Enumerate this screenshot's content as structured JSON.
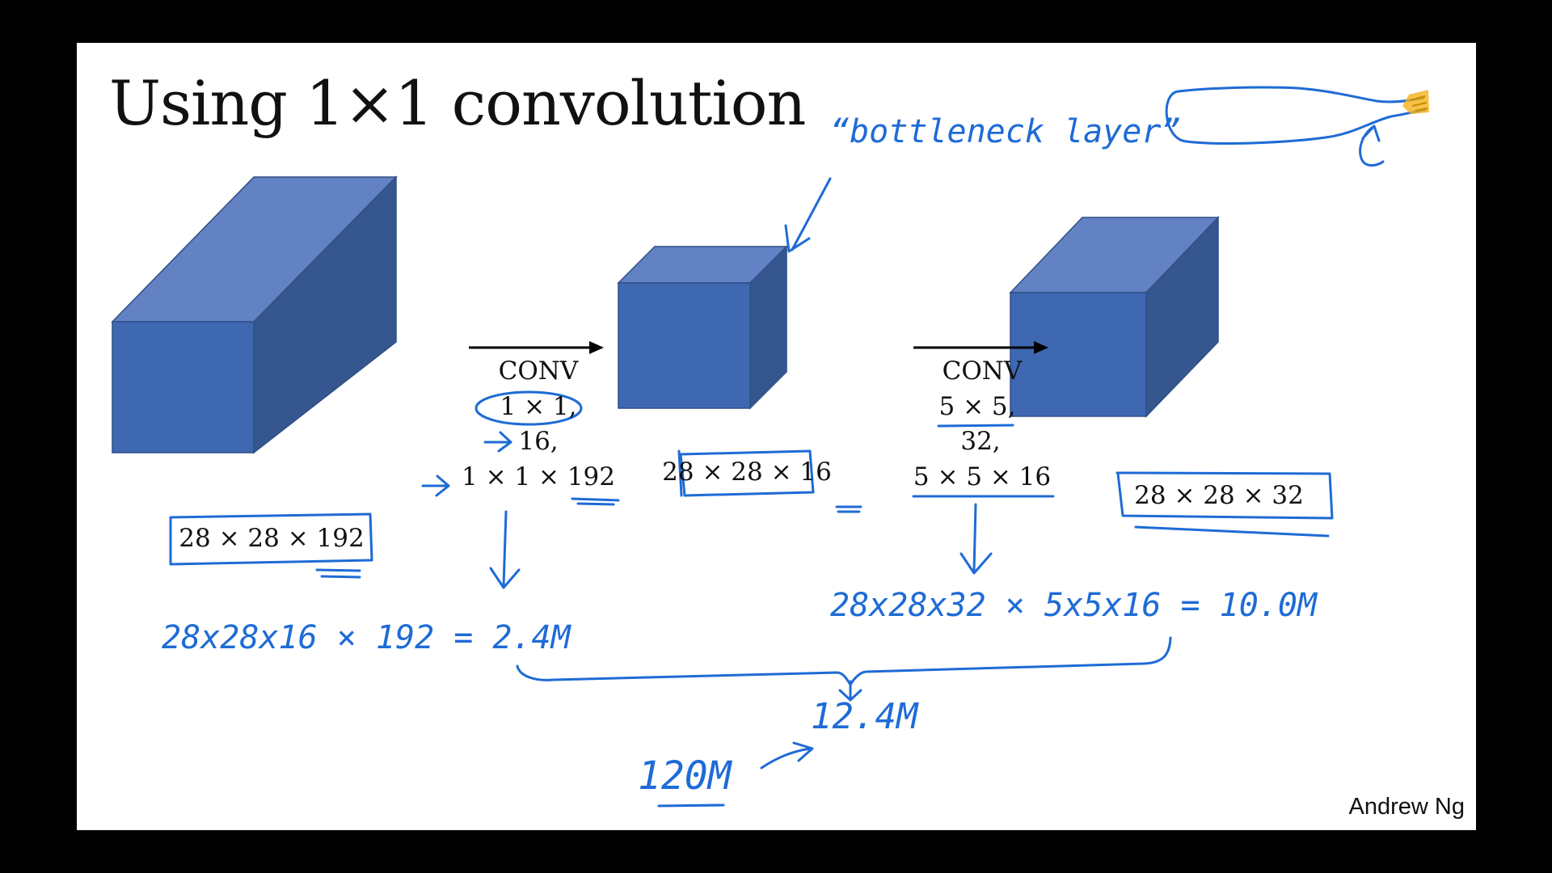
{
  "slide": {
    "title": "Using 1×1 convolution",
    "author": "Andrew Ng"
  },
  "colors": {
    "cube_front": "#3f68b3",
    "cube_top": "#6282c4",
    "cube_side": "#35568e",
    "ink": "#1e6bd6",
    "highlight": "#f2b11a"
  },
  "volumes": {
    "input": "28 × 28 × 192",
    "bottleneck": "28 × 28 × 16",
    "output": "28 × 28 × 32"
  },
  "conv1": {
    "name": "CONV",
    "kernel": "1 × 1,",
    "filters": "16,",
    "filter_shape": "1 × 1 × 192"
  },
  "conv2": {
    "name": "CONV",
    "kernel": "5 × 5,",
    "filters": "32,",
    "filter_shape": "5 × 5 × 16"
  },
  "annotations": {
    "bottleneck_label": "“bottleneck layer”",
    "cost1": "28x28x16 × 192 = 2.4M",
    "cost2": "28x28x32 × 5x5x16 = 10.0M",
    "total": "12.4M",
    "naive": "120M"
  }
}
